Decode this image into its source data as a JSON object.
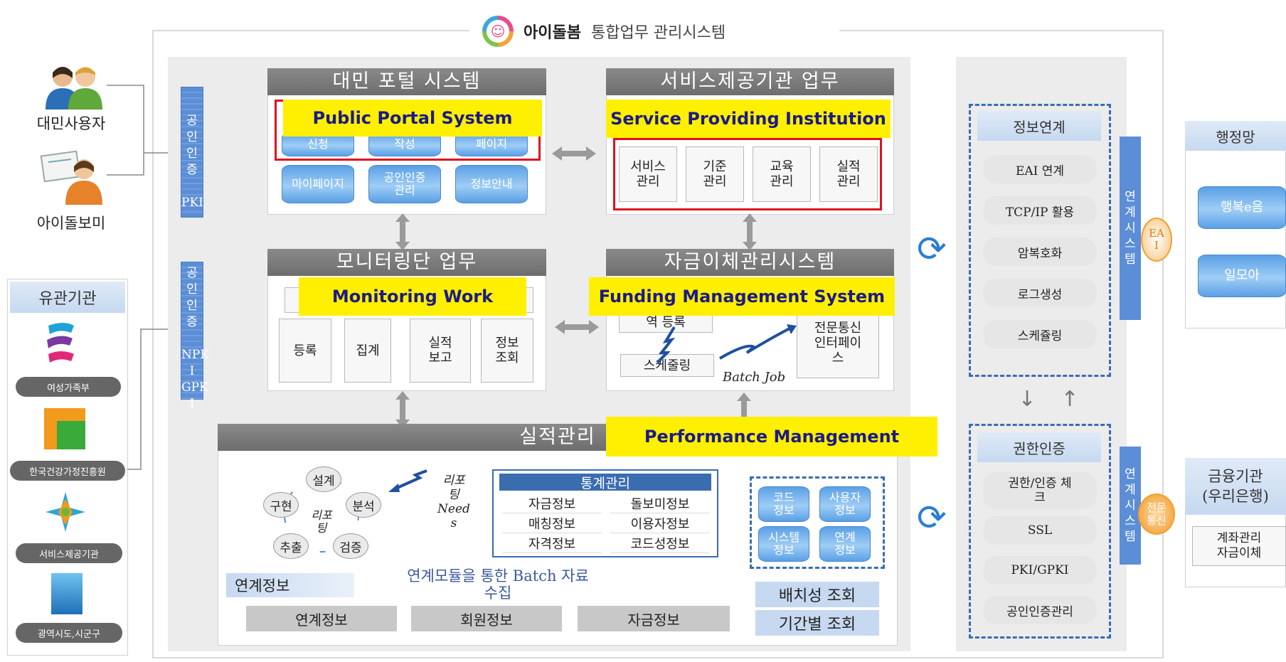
{
  "title": {
    "brand": "아이돌봄",
    "rest": "통합업무 관리시스템",
    "logo_icon": "smiley-logo"
  },
  "users": {
    "public_user": "대민사용자",
    "carer": "아이돌보미"
  },
  "related_orgs": {
    "header": "유관기관",
    "items": [
      "여성가족부",
      "한국건강가정진흥원",
      "서비스제공기관",
      "광역시도,시군구"
    ]
  },
  "auth_bars": {
    "top": "공인\n인증\n\nPKI",
    "bottom": "공인\n인증\n\nNPK\nI\nGPK\nI"
  },
  "portal": {
    "header": "대민 포털 시스템",
    "overlay": "Public Portal System",
    "top_cyls": [
      "신청",
      "작성",
      "페이지"
    ],
    "bottom_cyls": [
      "마이페이지",
      "공인인증\n관리",
      "정보안내"
    ]
  },
  "service": {
    "header": "서비스제공기관 업무",
    "overlay": "Service Providing Institution",
    "boxes": [
      "서비스\n관리",
      "기준\n관리",
      "교육\n관리",
      "실적\n관리"
    ]
  },
  "monitoring": {
    "header": "모니터링단 업무",
    "overlay": "Monitoring Work",
    "boxes": [
      "등록",
      "집계",
      "실적\n보고",
      "정보\n조회"
    ]
  },
  "funding": {
    "header": "자금이체관리시스템",
    "overlay": "Funding Management System",
    "reg": "역 등록",
    "sched": "스케줄링",
    "iface": "전문통신\n인터페이\n스",
    "batch": "Batch Job"
  },
  "performance": {
    "header": "실적관리",
    "overlay": "Performance Management",
    "cycle": [
      "설계",
      "분석",
      "검증",
      "추출",
      "구현"
    ],
    "cycle_center": "리포\n팅",
    "needs": "리포\n팅\nNeed\ns",
    "stats_header": "통계관리",
    "stats": [
      [
        "자금정보",
        "돌보미정보"
      ],
      [
        "매칭정보",
        "이용자정보"
      ],
      [
        "자격정보",
        "코드성정보"
      ]
    ],
    "db_cyls": [
      "코드\n정보",
      "사용자\n정보",
      "시스템\n정보",
      "연계\n정보"
    ],
    "batch_note": "연계모듈을 통한 Batch 자료\n수집",
    "link_header": "연계정보",
    "link_items": [
      "연계정보",
      "회원정보",
      "자금정보"
    ],
    "queries": [
      "배치성 조회",
      "기간별 조회"
    ]
  },
  "info_link": {
    "header": "정보연계",
    "items": [
      "EAI 연계",
      "TCP/IP 활용",
      "암복호화",
      "로그생성",
      "스케쥴링"
    ]
  },
  "auth_panel": {
    "header": "권한인증",
    "items": [
      "권한/인증 체\n크",
      "SSL",
      "PKI/GPKI",
      "공인인증관리"
    ]
  },
  "link_system_label": "연\n계\n시\n스\n템",
  "eai_badge": "EA\nI",
  "comm_badge": "전문\n통신",
  "admin_net": {
    "header": "행정망",
    "items": [
      "행복e음",
      "일모아"
    ]
  },
  "bank": {
    "header": "금융기관\n(우리은행)",
    "item": "계좌관리\n자금이체"
  },
  "colors": {
    "blue": "#5b8ed6",
    "yellow": "#ffef00",
    "red": "#e0101e",
    "header_grey": "#777777"
  }
}
